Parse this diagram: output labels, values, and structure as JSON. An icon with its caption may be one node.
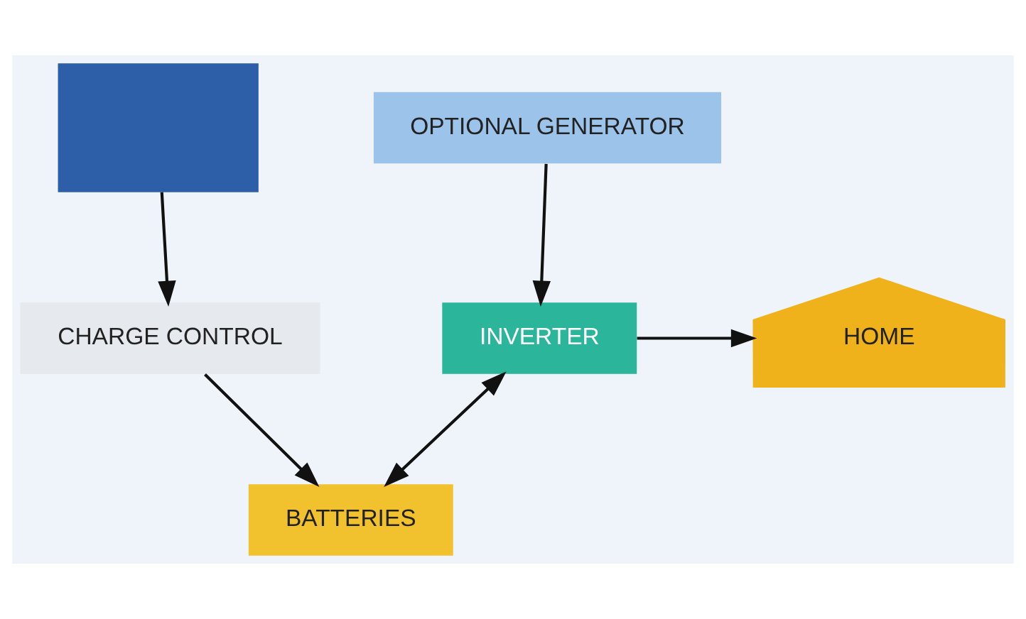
{
  "diagram": {
    "nodes": [
      {
        "text": [],
        "shape": "box"
      },
      {
        "text": [
          "CHARGE CONTROL"
        ]
      },
      {
        "text": [
          "OPTIONAL GENERATOR"
        ]
      },
      {
        "text": [
          "INVERTER"
        ]
      },
      {
        "text": [
          "HOME"
        ]
      },
      {
        "text": [
          "BATTERIES"
        ]
      }
    ],
    "edges": [
      {
        "from": 0,
        "to": 1,
        "arrow": "to"
      },
      {
        "from": 1,
        "to": 5,
        "arrow": "to"
      },
      {
        "from": 2,
        "to": 3,
        "arrow": "to"
      },
      {
        "from": 3,
        "to": 4,
        "arrow": "to"
      },
      {
        "from": 3,
        "to": 5,
        "arrow": "both"
      }
    ]
  }
}
